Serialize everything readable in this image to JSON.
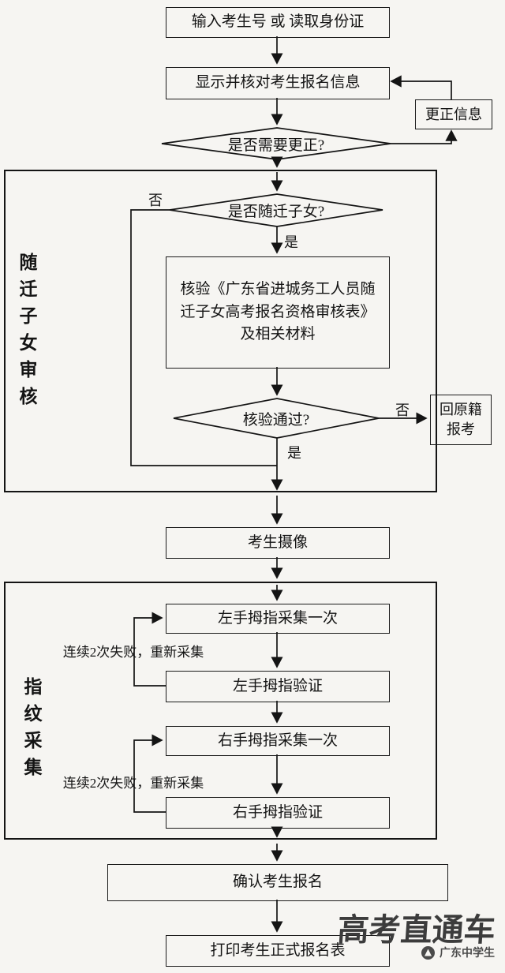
{
  "flow": {
    "start_box": "输入考生号 或 读取身份证",
    "display_box": "显示并核对考生报名信息",
    "correct_decision": "是否需要更正?",
    "correct_info_box": "更正信息",
    "section_migrant": {
      "label": "随迁子女审核",
      "migrant_decision": "是否随迁子女?",
      "no_label": "否",
      "yes_label": "是",
      "verify_form_box": "核验《广东省进城务工人员随\n迁子女高考报名资格审核表》\n及相关材料",
      "pass_decision": "核验通过?",
      "pass_no_label": "否",
      "pass_yes_label": "是",
      "return_box": "回原籍\n报考"
    },
    "photo_box": "考生摄像",
    "section_fingerprint": {
      "label": "指纹采集",
      "left_collect_box": "左手拇指采集一次",
      "retry_note_left": "连续2次失败，重新采集",
      "left_verify_box": "左手拇指验证",
      "right_collect_box": "右手拇指采集一次",
      "retry_note_right": "连续2次失败，重新采集",
      "right_verify_box": "右手拇指验证"
    },
    "confirm_box": "确认考生报名",
    "print_box": "打印考生正式报名表"
  },
  "watermark": {
    "title": "高考直通车",
    "subtitle": "广东中学生"
  }
}
